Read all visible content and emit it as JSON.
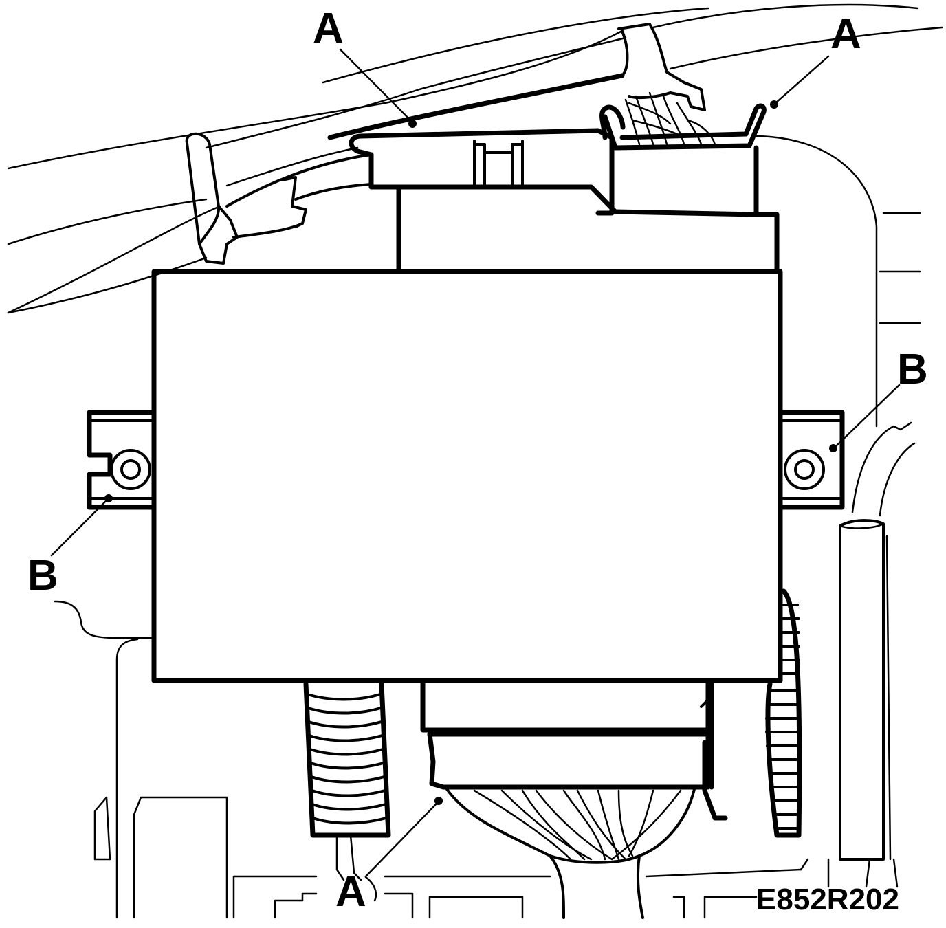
{
  "figure": {
    "reference_code": "E852R202"
  },
  "callouts": [
    {
      "id": "a1",
      "letter": "A"
    },
    {
      "id": "a2",
      "letter": "A"
    },
    {
      "id": "a3",
      "letter": "A"
    },
    {
      "id": "b1",
      "letter": "B"
    },
    {
      "id": "b2",
      "letter": "B"
    }
  ]
}
